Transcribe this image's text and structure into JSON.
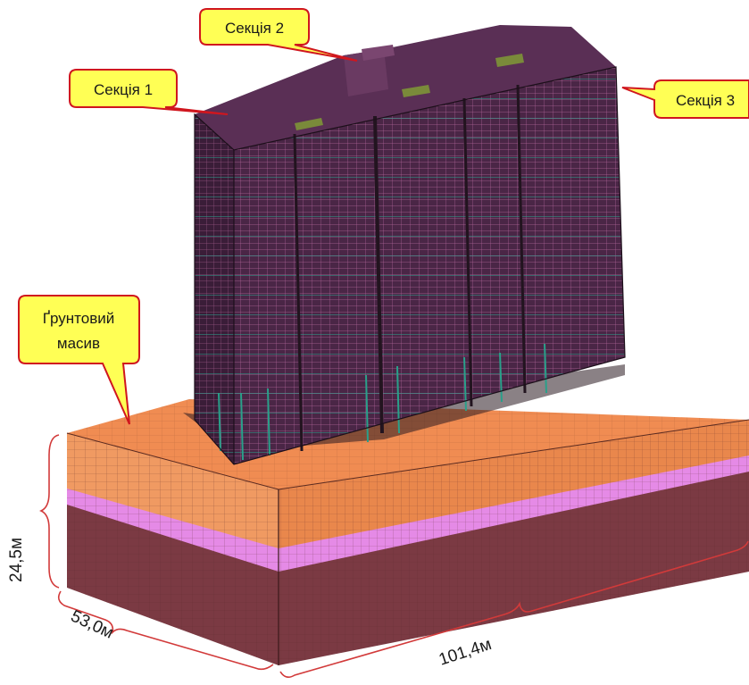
{
  "callouts": {
    "section1": "Секція 1",
    "section2": "Секція 2",
    "section3": "Секція 3",
    "soil_line1": "Ґрунтовий",
    "soil_line2": "масив"
  },
  "dimensions": {
    "height": "24,5м",
    "width": "53,0м",
    "length": "101,4м"
  },
  "colors": {
    "soil_top": "#f08c52",
    "soil_front": "#f09a62",
    "soil_side": "#e9874c",
    "pink_layer": "#e58ae6",
    "bottom_layer": "#7b3a43",
    "building_face": "#4a2646",
    "building_side": "#3a1d38",
    "callout_fill": "#ffff55",
    "callout_stroke": "#d0161e",
    "dim_line": "#d23a3a"
  }
}
